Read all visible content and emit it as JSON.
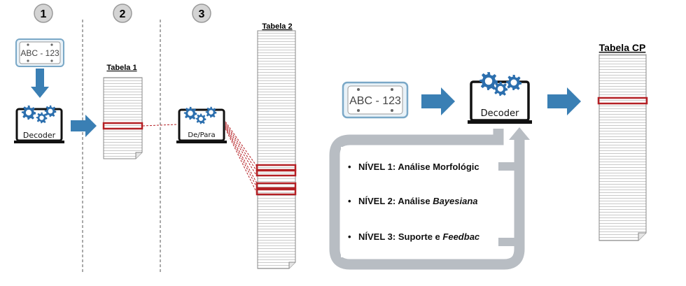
{
  "steps": [
    "1",
    "2",
    "3"
  ],
  "plate_text": "ABC - 123",
  "decoder_label": "Decoder",
  "depara_label": "De/Para",
  "tables": {
    "tabela1": "Tabela 1",
    "tabela2": "Tabela 2",
    "tabela_cp": "Tabela CP"
  },
  "levels": [
    {
      "bullet": "•",
      "prefix": "NÍVEL 1: Análise ",
      "emph": "",
      "suffix": "Morfológic"
    },
    {
      "bullet": "•",
      "prefix": "NÍVEL 2: Análise ",
      "emph": "Bayesiana",
      "suffix": ""
    },
    {
      "bullet": "•",
      "prefix": "NÍVEL 3: Suporte e ",
      "emph": "Feedbac",
      "suffix": ""
    }
  ],
  "colors": {
    "arrow_blue": "#3a7fb4",
    "highlight_red": "#b42025",
    "loop_gray": "#b8bdc3",
    "step_circle": "#d4d4d4",
    "plate_border": "#7aa8c7"
  }
}
